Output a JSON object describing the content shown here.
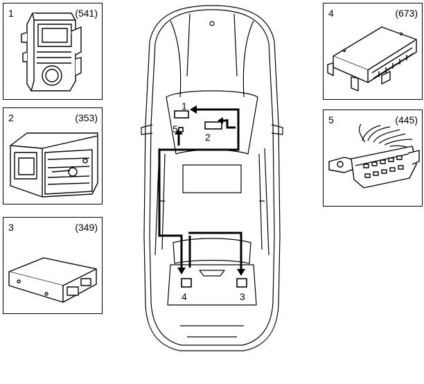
{
  "panels": [
    {
      "number": "1",
      "code": "(541)",
      "icon": "body-control-module"
    },
    {
      "number": "2",
      "code": "(353)",
      "icon": "radio-head-unit"
    },
    {
      "number": "3",
      "code": "(349)",
      "icon": "amplifier-box"
    },
    {
      "number": "4",
      "code": "(673)",
      "icon": "control-module"
    },
    {
      "number": "5",
      "code": "(445)",
      "icon": "diagnostic-connector"
    }
  ],
  "car_labels": {
    "l1": "1",
    "l2": "2",
    "l3": "3",
    "l4": "4",
    "l5": "5"
  }
}
